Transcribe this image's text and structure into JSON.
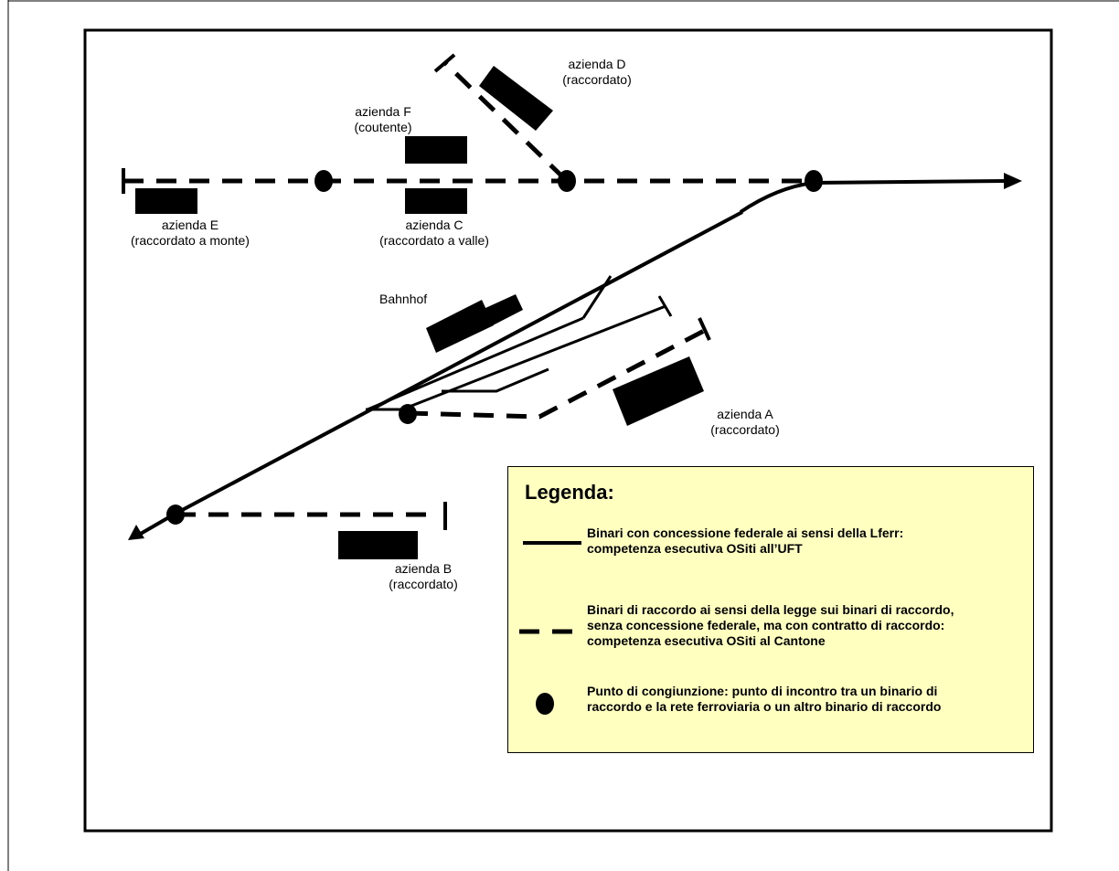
{
  "labels": {
    "azienda_d_name": "azienda D",
    "azienda_d_type": "(raccordato)",
    "azienda_f_name": "azienda F",
    "azienda_f_type": "(coutente)",
    "azienda_e_name": "azienda E",
    "azienda_e_type": "(raccordato a monte)",
    "azienda_c_name": "azienda C",
    "azienda_c_type": "(raccordato a valle)",
    "bahnhof": "Bahnhof",
    "azienda_a_name": "azienda A",
    "azienda_a_type": "(raccordato)",
    "azienda_b_name": "azienda B",
    "azienda_b_type": "(raccordato)"
  },
  "legend": {
    "title": "Legenda:",
    "solid_line_text_1": "Binari con concessione federale ai sensi della Lferr:",
    "solid_line_text_2": "competenza esecutiva OSiti all’UFT",
    "dashed_line_text_1": "Binari di raccordo ai sensi della legge sui binari di raccordo,",
    "dashed_line_text_2": "senza concessione federale, ma con contratto di raccordo:",
    "dashed_line_text_3": "competenza esecutiva OSiti al Cantone",
    "dot_text_1": "Punto di congiunzione: punto di incontro tra un binario di",
    "dot_text_2": "raccordo e la rete ferroviaria o un altro binario di raccordo"
  },
  "colors": {
    "legend_background": "#ffffc0",
    "ink": "#000000"
  }
}
